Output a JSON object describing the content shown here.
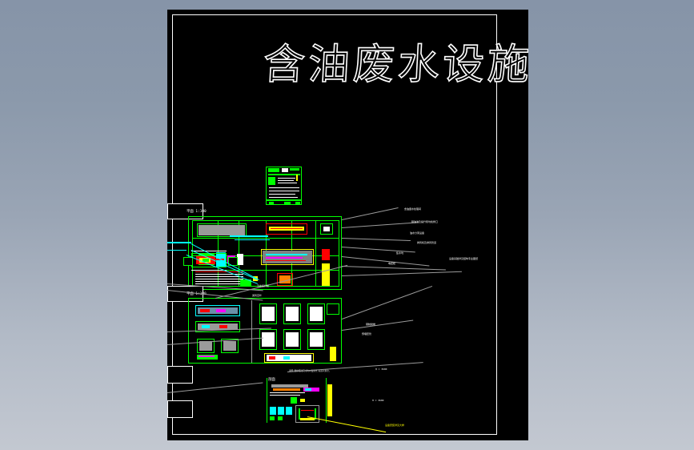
{
  "viewer": {
    "background_top_color": "#8694a8",
    "background_bottom_color": "#c3c8d1",
    "sheet_color": "#000000",
    "frame_color": "#ffffff"
  },
  "drawing": {
    "title": "含油废水设施房二",
    "title_color": "#ffffff",
    "palette": {
      "green": "#00ff00",
      "red": "#ff0000",
      "yellow": "#ffff00",
      "cyan": "#00ffff",
      "magenta": "#ff00ff",
      "white": "#ffffff",
      "gray": "#9a9a9a",
      "orange": "#ff8000"
    },
    "legend_block": {
      "rows": [
        "",
        "",
        "",
        "",
        "",
        ""
      ]
    },
    "view_labels": [
      {
        "text": "平面  1:100"
      },
      {
        "text": "平面  1:100"
      },
      {
        "text": "剖面"
      }
    ],
    "annotations": [
      {
        "text": "含油废水处理间"
      },
      {
        "text": "隔油池及提升泵坑检修口"
      },
      {
        "text": "油水分离设备"
      },
      {
        "text": "排风机及排风管道"
      },
      {
        "text": "集水坑"
      },
      {
        "text": "电控柜"
      },
      {
        "text": "设备基础详见结构专业图纸"
      },
      {
        "text": "钢制爬梯"
      },
      {
        "text": "预埋套管"
      },
      {
        "text": "污水提升泵"
      },
      {
        "text": "通风百叶"
      }
    ],
    "notes": [
      {
        "text": "说明:图中所注尺寸均以毫米计,标高以米计。"
      }
    ],
    "section_note": {
      "text": "H = 3600"
    },
    "highlight_note": {
      "text": "设备安装详见大样",
      "color": "#ffff00"
    }
  }
}
